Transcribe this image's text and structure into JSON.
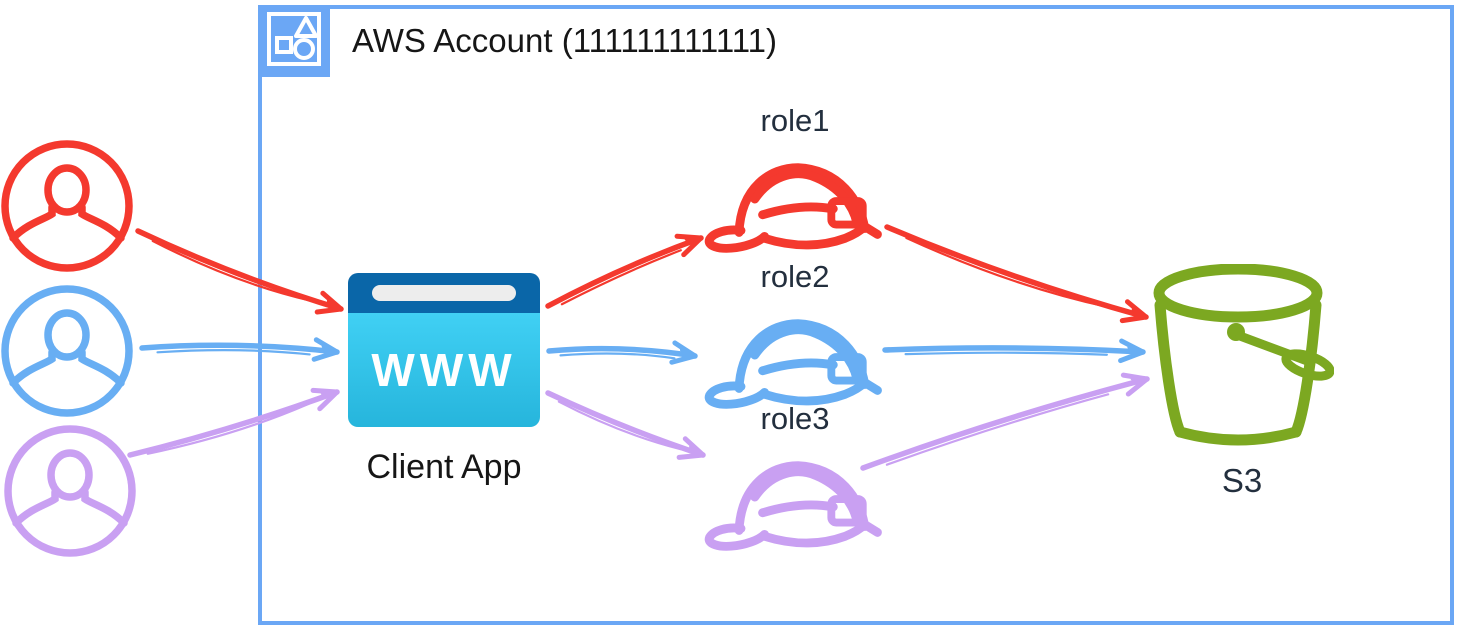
{
  "aws_box": {
    "title": "AWS Account (111111111111)"
  },
  "client_app": {
    "label": "Client App",
    "browser_text": "WWW"
  },
  "users": [
    {
      "id": "user1",
      "color": "#f4392e"
    },
    {
      "id": "user2",
      "color": "#68aef3"
    },
    {
      "id": "user3",
      "color": "#c9a0f2"
    }
  ],
  "roles": [
    {
      "id": "role1",
      "label": "role1",
      "color": "#f4392e"
    },
    {
      "id": "role2",
      "label": "role2",
      "color": "#68aef3"
    },
    {
      "id": "role3",
      "label": "role3",
      "color": "#c9a0f2"
    }
  ],
  "s3": {
    "label": "S3",
    "color": "#7ca821"
  },
  "colors": {
    "box_border": "#6ba7f5",
    "icon_fill": "#6ba7f5",
    "browser_top": "#0a66a8",
    "browser_body_top": "#40d0f4",
    "browser_body_bottom": "#26b5dc",
    "address_bar": "#ededed",
    "label_dark": "#232f3e",
    "title_text": "#161616"
  },
  "edges": [
    {
      "from": "user1",
      "to": "client-app",
      "color": "#f4392e"
    },
    {
      "from": "user2",
      "to": "client-app",
      "color": "#68aef3"
    },
    {
      "from": "user3",
      "to": "client-app",
      "color": "#c9a0f2"
    },
    {
      "from": "client-app",
      "to": "role1",
      "color": "#f4392e"
    },
    {
      "from": "client-app",
      "to": "role2",
      "color": "#68aef3"
    },
    {
      "from": "client-app",
      "to": "role3",
      "color": "#c9a0f2"
    },
    {
      "from": "role1",
      "to": "s3",
      "color": "#f4392e"
    },
    {
      "from": "role2",
      "to": "s3",
      "color": "#68aef3"
    },
    {
      "from": "role3",
      "to": "s3",
      "color": "#c9a0f2"
    }
  ]
}
